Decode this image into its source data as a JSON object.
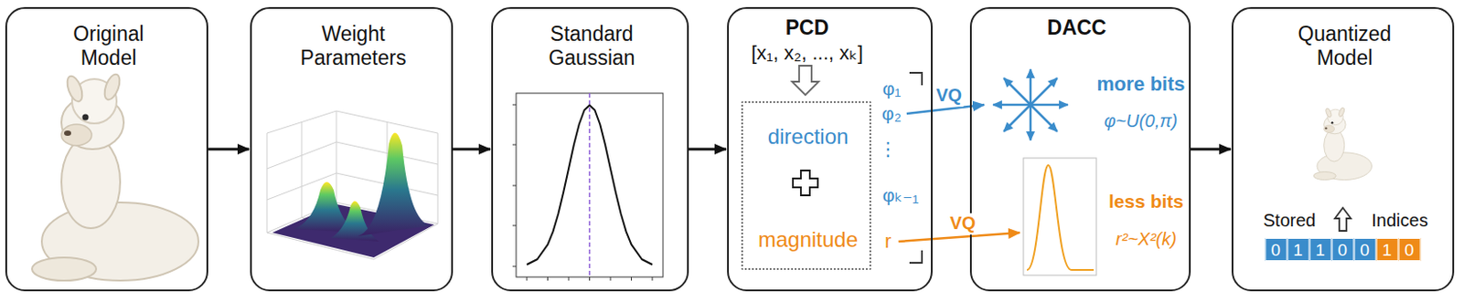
{
  "diagram": {
    "nodes": [
      {
        "text": [
          "Original Model"
        ]
      },
      {
        "text": [
          "Weight Parameters"
        ]
      },
      {
        "text": [
          "Standard Gaussian"
        ]
      },
      {
        "text": [
          "PCD",
          "[x₁, x₂, ..., xₖ]"
        ]
      },
      {
        "text": [
          "direction",
          "magnitude"
        ],
        "in": 3
      },
      {
        "text": [
          "DACC",
          "more bits",
          "φ~U(0,π)",
          "less bits",
          "r²~X²(k)"
        ]
      },
      {
        "text": [
          "Quantized Model",
          "Stored",
          "Indices"
        ]
      }
    ],
    "edges": [
      {
        "from": 0,
        "to": 1,
        "arrow": "to"
      },
      {
        "from": 1,
        "to": 2,
        "arrow": "to"
      },
      {
        "from": 2,
        "to": 3,
        "arrow": "to"
      },
      {
        "from": 3,
        "to": 5,
        "label": "VQ",
        "arrow": "to"
      },
      {
        "from": 3,
        "to": 5,
        "label": "VQ",
        "arrow": "to"
      },
      {
        "from": 5,
        "to": 6,
        "arrow": "to"
      }
    ],
    "labels": [
      "φ₁",
      "φ₂",
      "⋮",
      "φₖ₋₁",
      "r",
      "0",
      "1",
      "1",
      "0",
      "0",
      "1",
      "0"
    ]
  }
}
